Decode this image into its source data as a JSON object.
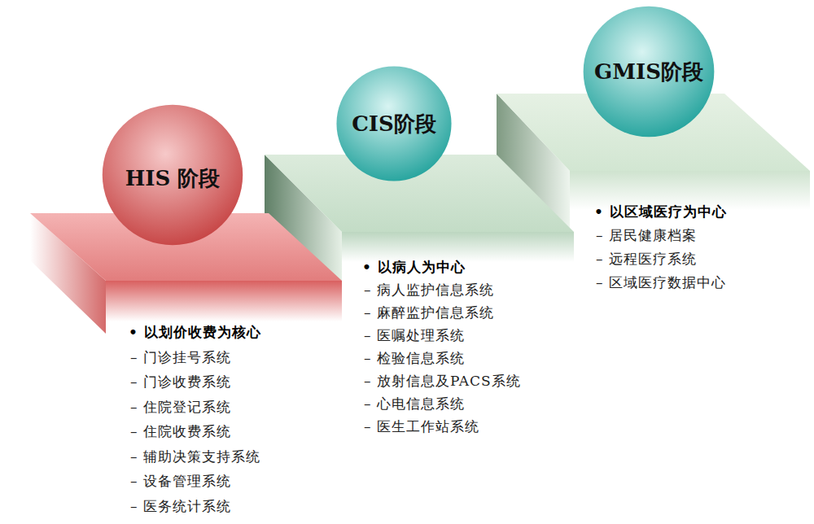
{
  "diagram": {
    "nodes": [
      {
        "text": [
          "HIS 阶段"
        ]
      },
      {
        "text": [
          "CIS阶段"
        ]
      },
      {
        "text": [
          "GMIS阶段"
        ]
      }
    ],
    "labels": [
      "• 以划价收费为核心",
      "– 门诊挂号系统",
      "– 门诊收费系统",
      "– 住院登记系统",
      "– 住院收费系统",
      "– 辅助决策支持系统",
      "– 设备管理系统",
      "– 医务统计系统",
      "• 以病人为中心",
      "– 病人监护信息系统",
      "– 麻醉监护信息系统",
      "– 医嘱处理系统",
      "– 检验信息系统",
      "– 放射信息及PACS系统",
      "– 心电信息系统",
      "– 医生工作站系统",
      "• 以区域医疗为中心",
      "– 居民健康档案",
      "– 远程医疗系统",
      "– 区域医疗数据中心"
    ]
  }
}
